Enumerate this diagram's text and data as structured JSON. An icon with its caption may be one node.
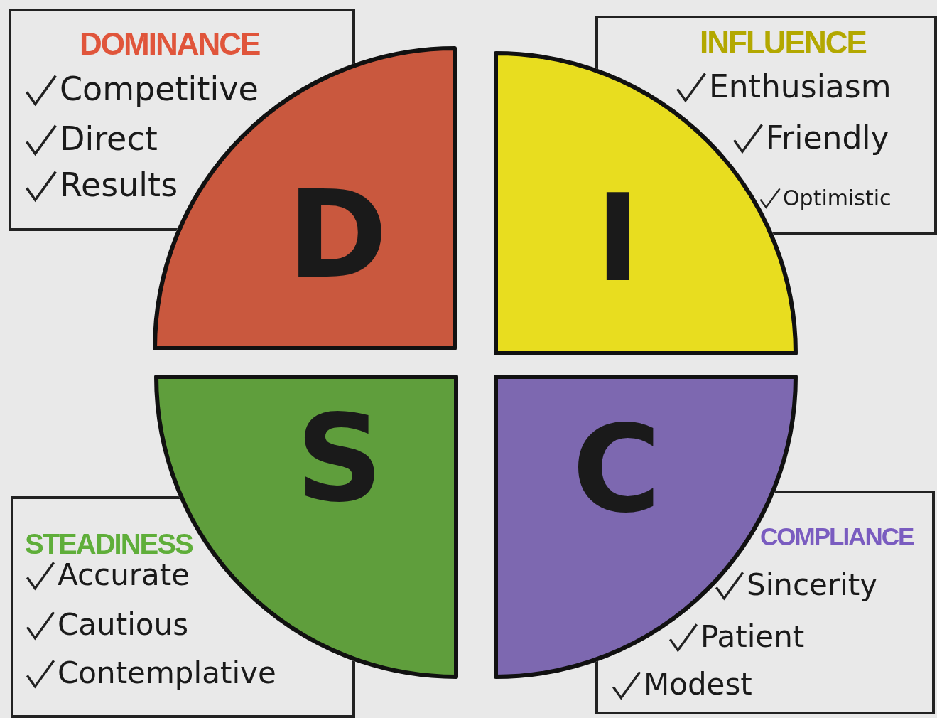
{
  "diagram": {
    "nodes": [
      {
        "text": [
          "DOMINANCE",
          "Competitive",
          "Direct",
          "Results"
        ]
      },
      {
        "text": [
          "D"
        ]
      },
      {
        "text": [
          "I"
        ]
      },
      {
        "text": [
          "INFLUENCE",
          "Enthusiasm",
          "Friendly",
          "Optimistic"
        ]
      },
      {
        "text": [
          "STEADINESS",
          "Accurate",
          "Cautious",
          "Contemplative"
        ]
      },
      {
        "text": [
          "S"
        ]
      },
      {
        "text": [
          "C"
        ]
      },
      {
        "text": [
          "COMPLIANCE",
          "Sincerity",
          "Patient",
          "Modest"
        ]
      }
    ],
    "edges": []
  }
}
